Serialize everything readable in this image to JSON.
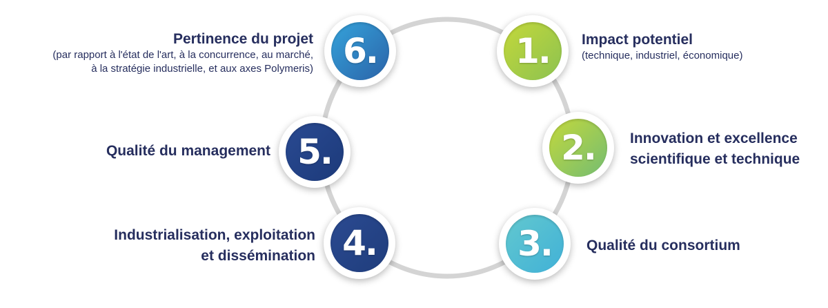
{
  "diagram": {
    "ring_color": "#d4d4d4",
    "text_color": "#262e5e",
    "criteria": [
      {
        "number": "1.",
        "title": "Impact potentiel",
        "subtitle": "(technique, industriel, économique)",
        "color_start": "#c4d83a",
        "color_end": "#8cc251"
      },
      {
        "number": "2.",
        "title_lines": [
          "Innovation et excellence",
          "scientifique et technique"
        ],
        "color_start": "#c3d83c",
        "color_end": "#74bd72"
      },
      {
        "number": "3.",
        "title": "Qualité du consortium",
        "color_start": "#62c8cf",
        "color_end": "#41b1d7"
      },
      {
        "number": "4.",
        "title_lines": [
          "Industrialisation, exploitation",
          "et dissémination"
        ],
        "color_start": "#2b4a91",
        "color_end": "#1f3d7c"
      },
      {
        "number": "5.",
        "title": "Qualité du management",
        "color_start": "#2a4a92",
        "color_end": "#1c3a7a"
      },
      {
        "number": "6.",
        "title": "Pertinence du projet",
        "subtitle_lines": [
          "(par rapport à l'état de l'art, à la concurrence, au marché,",
          "à la stratégie industrielle, et aux axes Polymeris)"
        ],
        "color_start": "#35a3db",
        "color_end": "#2b63a8"
      }
    ]
  }
}
